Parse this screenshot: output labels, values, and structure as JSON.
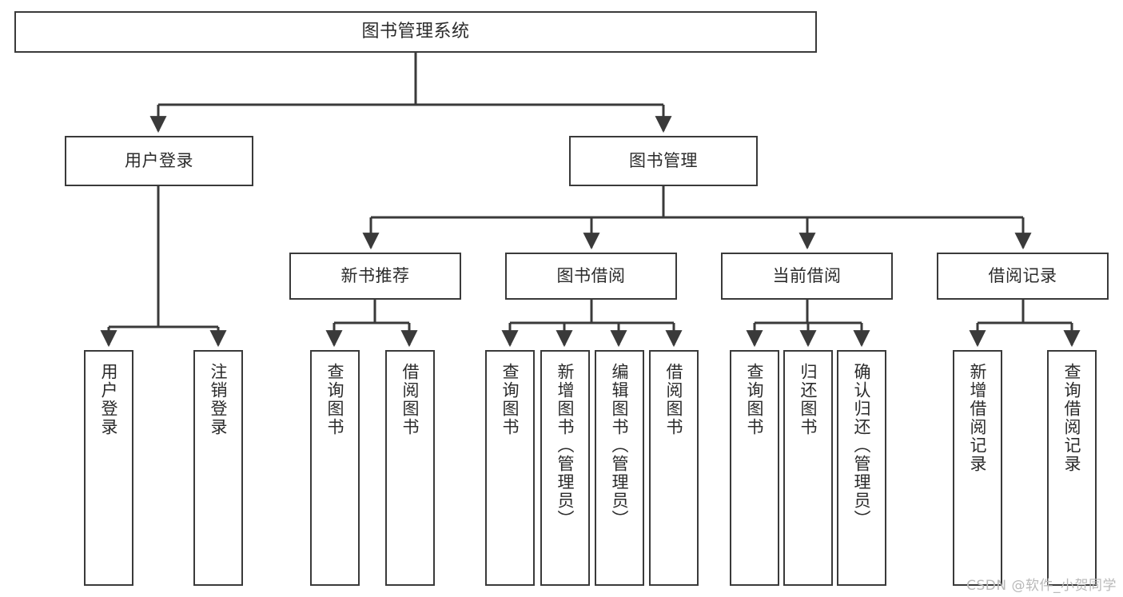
{
  "diagram": {
    "title": "图书管理系统",
    "type": "tree",
    "style": {
      "box_border_color": "#3a3a3a",
      "box_fill_color": "#ffffff",
      "text_color": "#2b2b2b",
      "edge_color": "#3a3a3a",
      "background_color": "#ffffff"
    },
    "levels": [
      {
        "level": 1,
        "nodes": [
          {
            "id": "root",
            "label": "图书管理系统",
            "orientation": "horizontal"
          }
        ]
      },
      {
        "level": 2,
        "nodes": [
          {
            "id": "user-login",
            "label": "用户登录",
            "orientation": "horizontal",
            "parent": "root"
          },
          {
            "id": "book-mgmt",
            "label": "图书管理",
            "orientation": "horizontal",
            "parent": "root"
          }
        ]
      },
      {
        "level": 3,
        "nodes": [
          {
            "id": "new-book-rec",
            "label": "新书推荐",
            "orientation": "horizontal",
            "parent": "book-mgmt"
          },
          {
            "id": "book-borrow",
            "label": "图书借阅",
            "orientation": "horizontal",
            "parent": "book-mgmt"
          },
          {
            "id": "current-borrow",
            "label": "当前借阅",
            "orientation": "horizontal",
            "parent": "book-mgmt"
          },
          {
            "id": "borrow-record",
            "label": "借阅记录",
            "orientation": "horizontal",
            "parent": "book-mgmt"
          }
        ]
      },
      {
        "level": 4,
        "nodes": [
          {
            "id": "leaf-user-login",
            "label": "用户登录",
            "orientation": "vertical",
            "parent": "user-login"
          },
          {
            "id": "leaf-logout",
            "label": "注销登录",
            "orientation": "vertical",
            "parent": "user-login"
          },
          {
            "id": "leaf-query-book-1",
            "label": "查询图书",
            "orientation": "vertical",
            "parent": "new-book-rec"
          },
          {
            "id": "leaf-borrow-book-1",
            "label": "借阅图书",
            "orientation": "vertical",
            "parent": "new-book-rec"
          },
          {
            "id": "leaf-query-book-2",
            "label": "查询图书",
            "orientation": "vertical",
            "parent": "book-borrow"
          },
          {
            "id": "leaf-add-book",
            "label": "新增图书（管理员）",
            "orientation": "vertical",
            "parent": "book-borrow"
          },
          {
            "id": "leaf-edit-book",
            "label": "编辑图书（管理员）",
            "orientation": "vertical",
            "parent": "book-borrow"
          },
          {
            "id": "leaf-borrow-book-2",
            "label": "借阅图书",
            "orientation": "vertical",
            "parent": "book-borrow"
          },
          {
            "id": "leaf-query-book-3",
            "label": "查询图书",
            "orientation": "vertical",
            "parent": "current-borrow"
          },
          {
            "id": "leaf-return-book",
            "label": "归还图书",
            "orientation": "vertical",
            "parent": "current-borrow"
          },
          {
            "id": "leaf-confirm-return",
            "label": "确认归还（管理员）",
            "orientation": "vertical",
            "parent": "current-borrow"
          },
          {
            "id": "leaf-add-record",
            "label": "新增借阅记录",
            "orientation": "vertical",
            "parent": "borrow-record"
          },
          {
            "id": "leaf-query-record",
            "label": "查询借阅记录",
            "orientation": "vertical",
            "parent": "borrow-record"
          }
        ]
      }
    ]
  },
  "watermark": {
    "text": "CSDN @软件_小贺同学"
  }
}
